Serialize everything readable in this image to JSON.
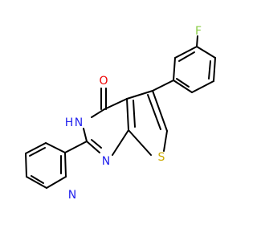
{
  "molecule": {
    "atoms": {
      "fluorine": "F",
      "oxygen": "O",
      "sulfur": "S",
      "n3h": "N",
      "n3h_h": "H",
      "n1": "N",
      "pyridine_n": "N"
    },
    "colors": {
      "bond": "#000000",
      "F": "#88cc44",
      "O": "#ee0000",
      "S": "#ccaa00",
      "N": "#2222ee",
      "H": "#2222ee"
    }
  }
}
